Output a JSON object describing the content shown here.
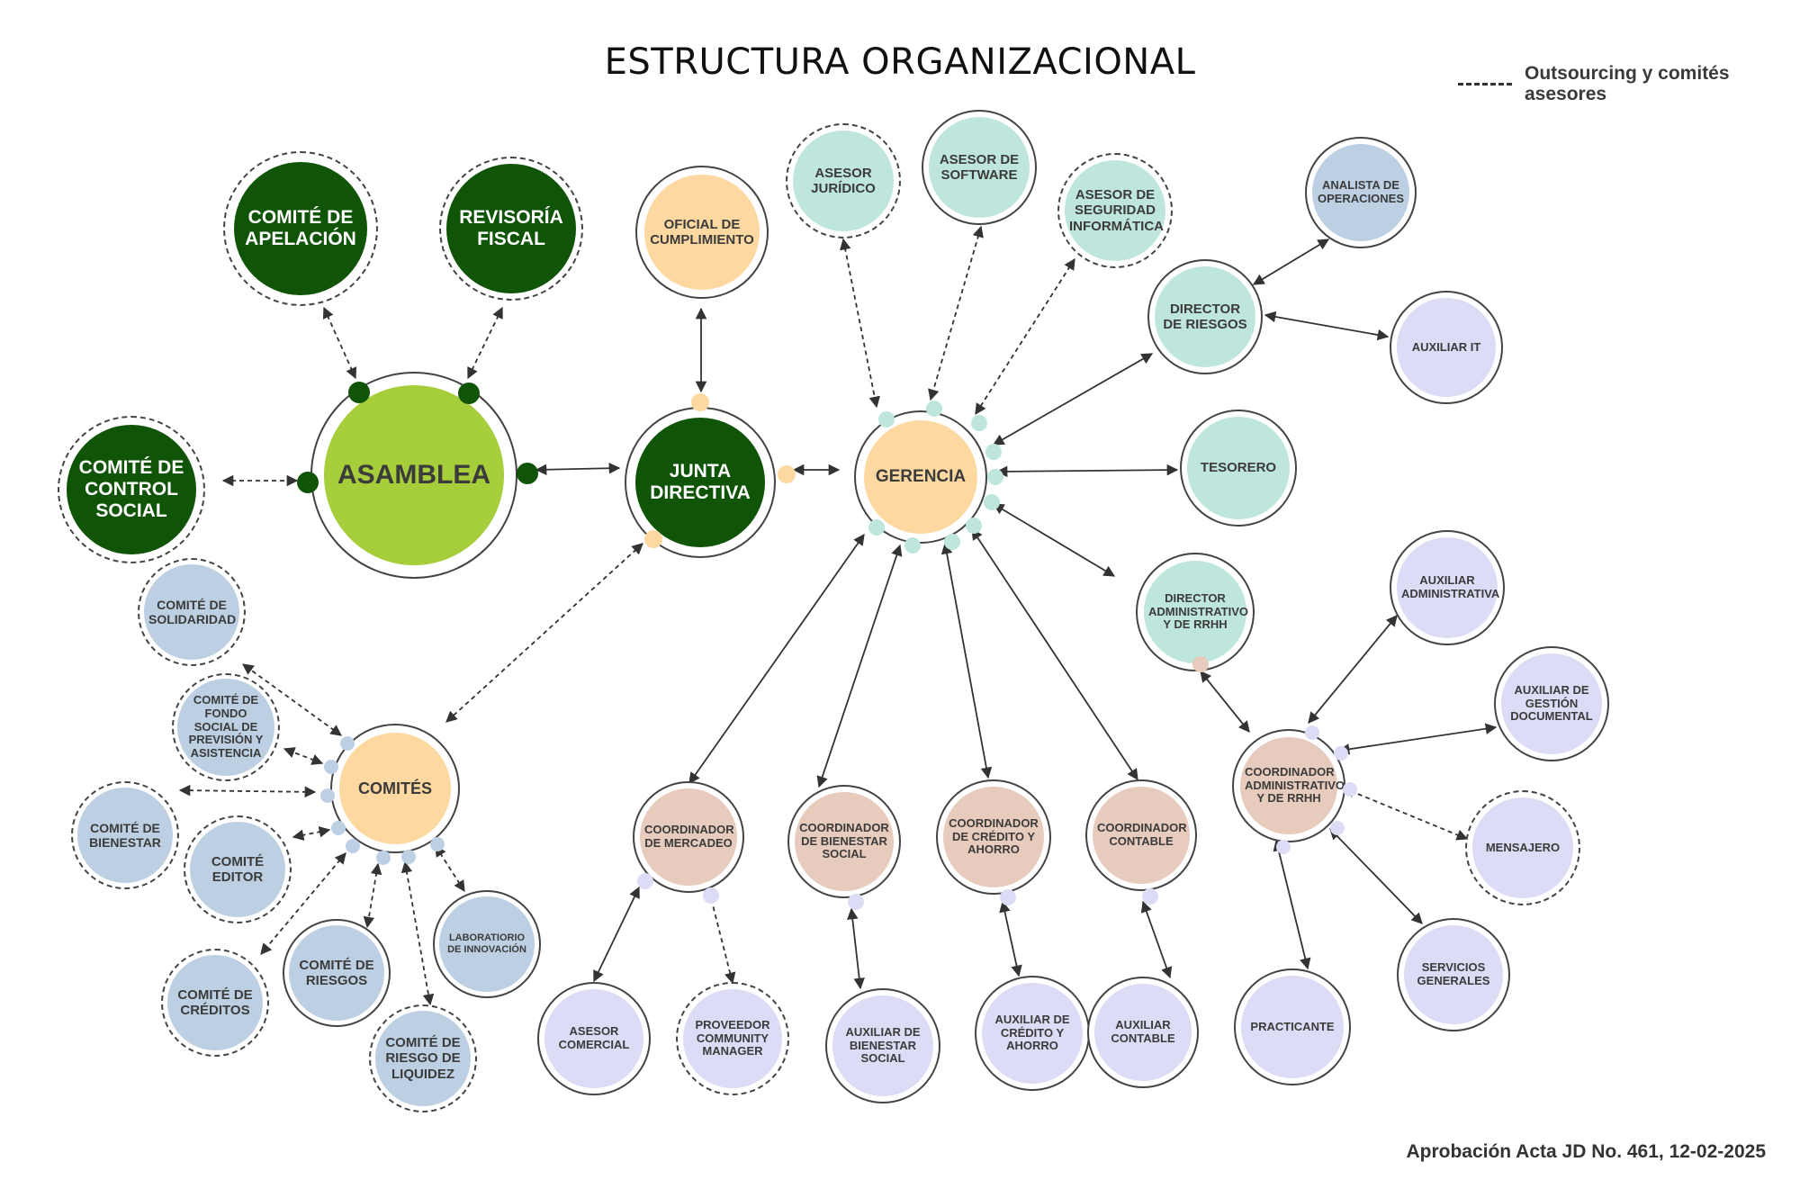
{
  "title": "ESTRUCTURA ORGANIZACIONAL",
  "legend": {
    "text": "Outsourcing y comités asesores"
  },
  "approval": "Aprobación Acta JD No. 461, 12-02-2025",
  "colors": {
    "dark_green": "#0f5407",
    "lime": "#a6cd3a",
    "peach": "#fdd9a1",
    "mint": "#bfe6dc",
    "rose": "#e7cbbd",
    "lavender": "#dcdcf6",
    "steel": "#bdd0e3",
    "ring": "#444444"
  },
  "nodes": {
    "asamblea": "ASAMBLEA",
    "comite_apelacion": "COMITÉ DE APELACIÓN",
    "revisoria_fiscal": "REVISORÍA FISCAL",
    "comite_control_social": "COMITÉ DE CONTROL SOCIAL",
    "junta_directiva": "JUNTA DIRECTIVA",
    "oficial_cumplimiento": "OFICIAL DE CUMPLIMIENTO",
    "gerencia": "GERENCIA",
    "asesor_juridico": "ASESOR JURÍDICO",
    "asesor_software": "ASESOR DE SOFTWARE",
    "asesor_seguridad": "ASESOR DE SEGURIDAD INFORMÁTICA",
    "director_riesgos": "DIRECTOR DE RIESGOS",
    "analista_operaciones": "ANALISTA DE OPERACIONES",
    "auxiliar_it": "AUXILIAR IT",
    "tesorero": "TESORERO",
    "director_admin": "DIRECTOR ADMINISTRATIVO Y DE RRHH",
    "coord_admin": "COORDINADOR ADMINISTRATIVO Y DE RRHH",
    "aux_administrativa": "AUXILIAR ADMINISTRATIVA",
    "aux_gestion_doc": "AUXILIAR DE GESTIÓN DOCUMENTAL",
    "mensajero": "MENSAJERO",
    "servicios_generales": "SERVICIOS GENERALES",
    "practicante": "PRACTICANTE",
    "coord_mercadeo": "COORDINADOR DE MERCADEO",
    "coord_bienestar": "COORDINADOR DE BIENESTAR SOCIAL",
    "coord_credito": "COORDINADOR DE CRÉDITO Y AHORRO",
    "coord_contable": "COORDINADOR CONTABLE",
    "asesor_comercial": "ASESOR COMERCIAL",
    "proveedor_cm": "PROVEEDOR COMMUNITY MANAGER",
    "aux_bienestar": "AUXILIAR DE BIENESTAR SOCIAL",
    "aux_credito": "AUXILIAR DE CRÉDITO Y AHORRO",
    "aux_contable": "AUXILIAR CONTABLE",
    "comites": "COMITÉS",
    "comite_solidaridad": "COMITÉ DE SOLIDARIDAD",
    "comite_fondo_social": "COMITÉ DE FONDO SOCIAL DE PREVISIÓN Y ASISTENCIA",
    "comite_bienestar": "COMITÉ DE BIENESTAR",
    "comite_editor": "COMITÉ EDITOR",
    "comite_creditos": "COMITÉ DE CRÉDITOS",
    "comite_riesgos": "COMITÉ DE RIESGOS",
    "comite_riesgo_liquidez": "COMITÉ DE RIESGO DE LIQUIDEZ",
    "laboratorio_innovacion": "LABORATIORIO DE INNOVACIÓN"
  }
}
